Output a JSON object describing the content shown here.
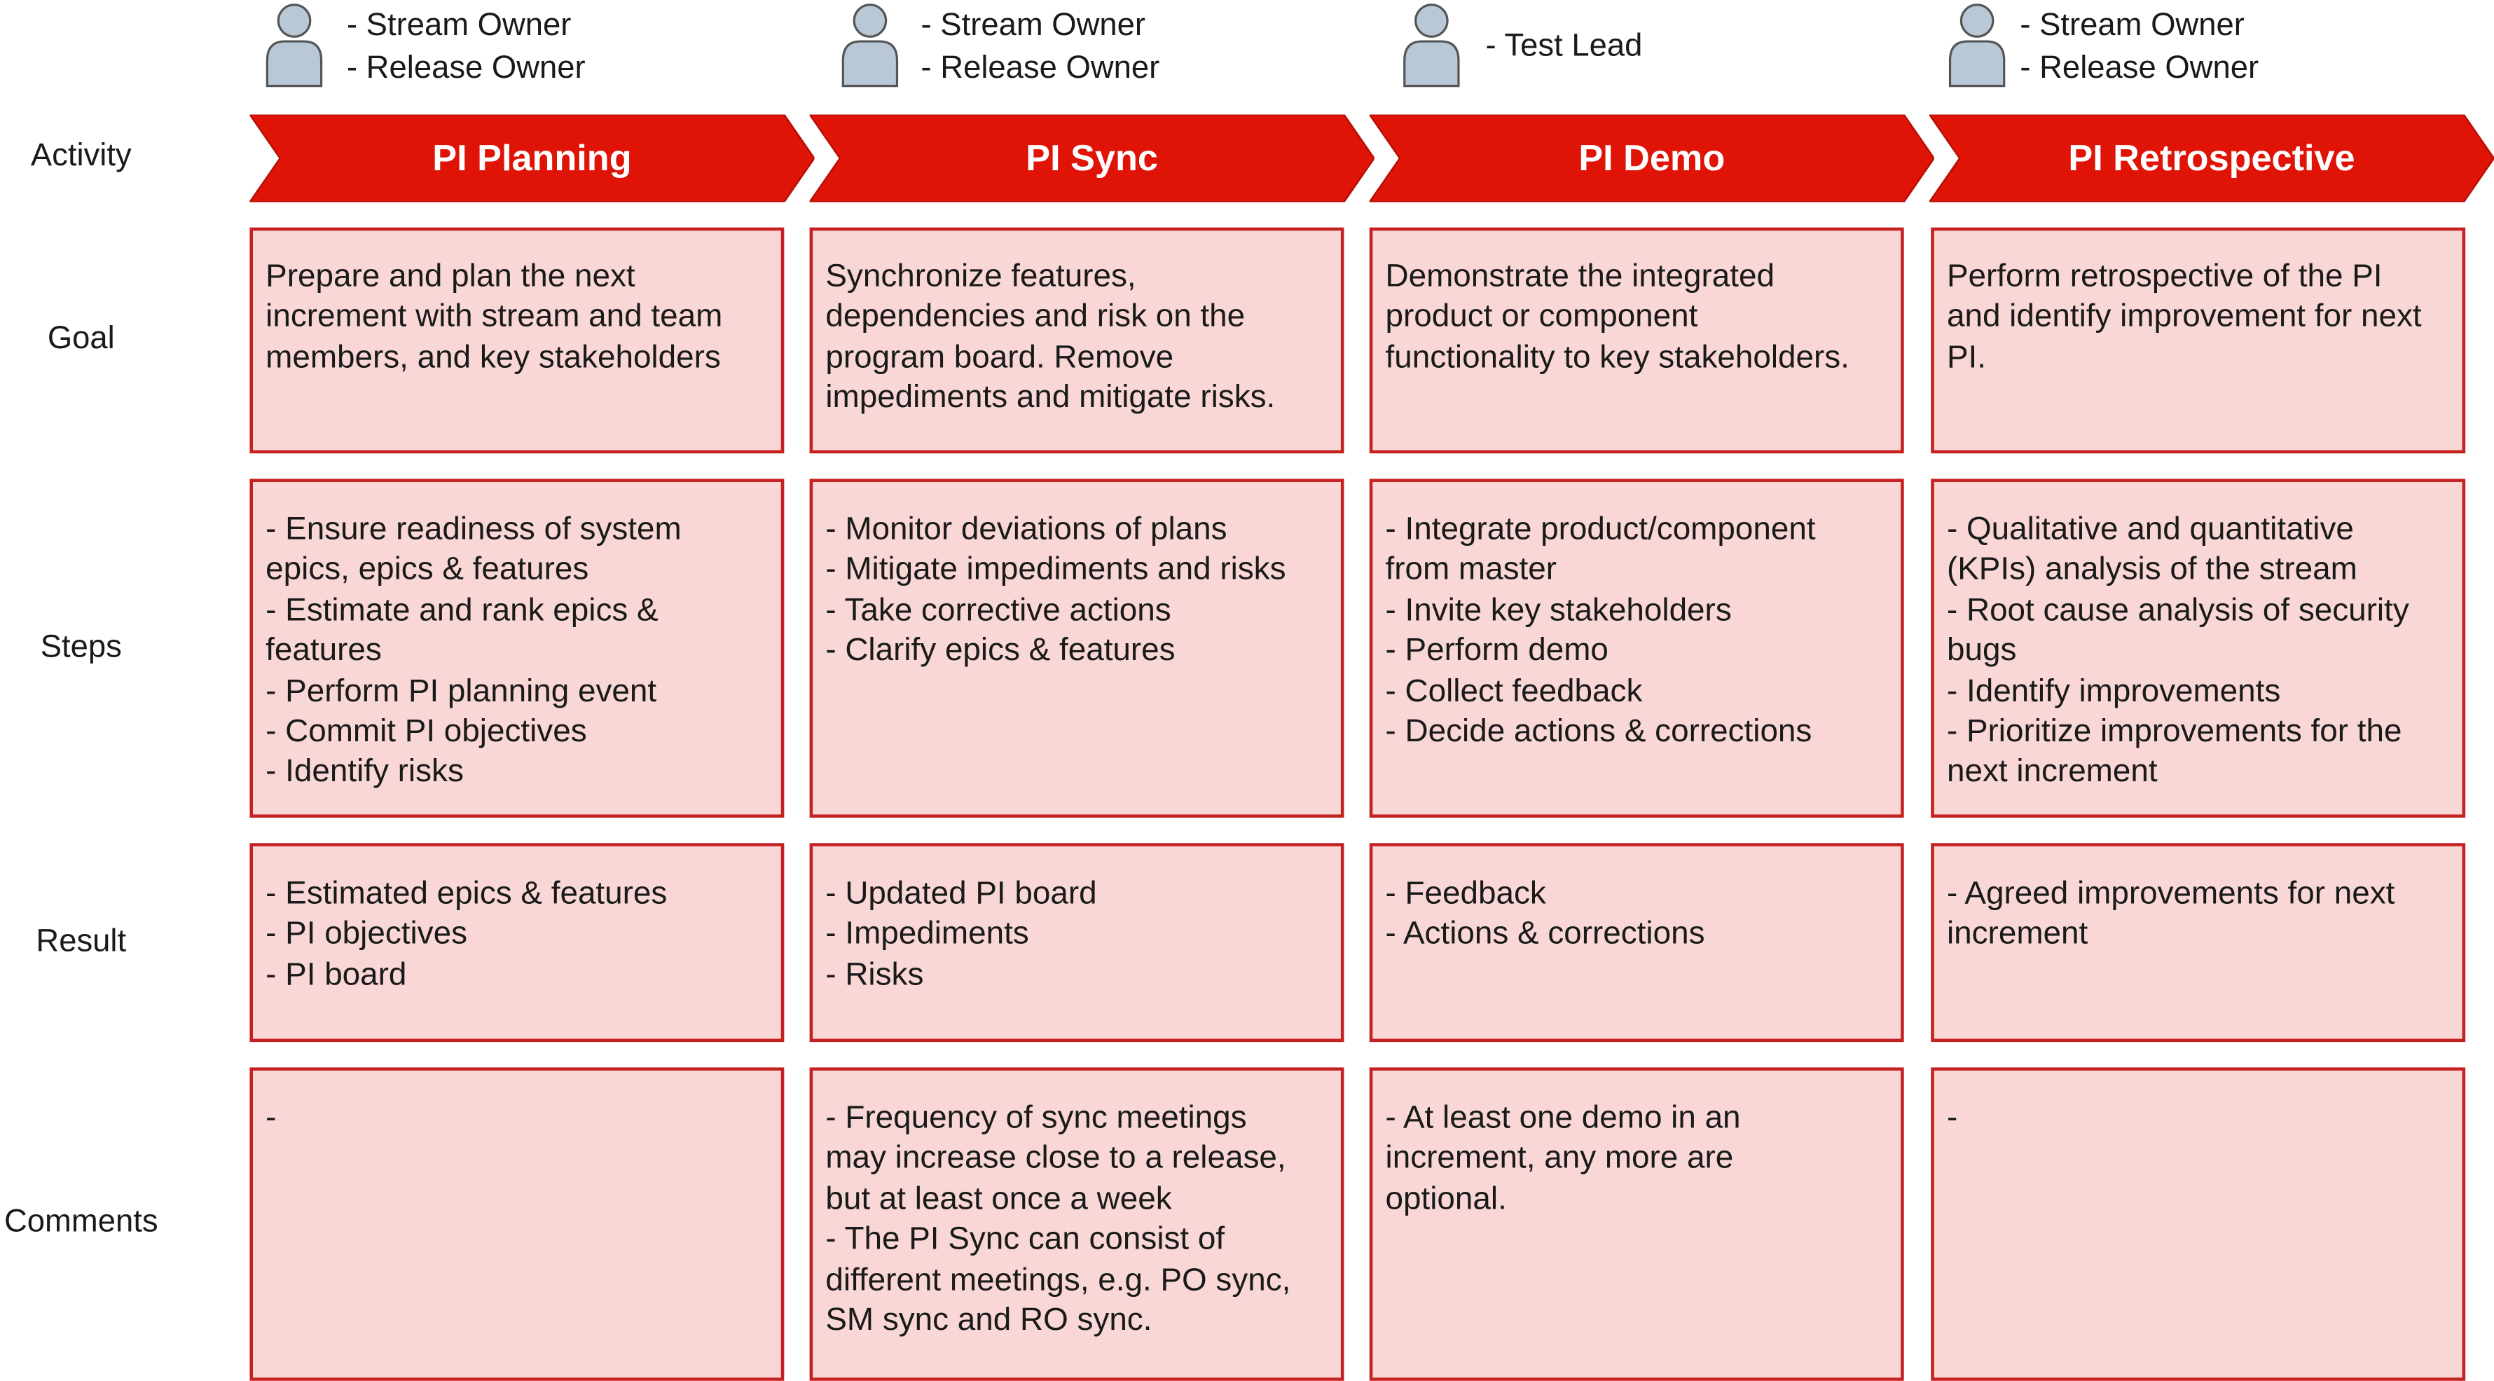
{
  "colors": {
    "arrow": "#e01307",
    "arrow_text": "#ffffff",
    "box_fill": "#f8d7d6",
    "box_border": "#c62121",
    "person_icon": "#b8c8d6"
  },
  "icons": {
    "role_icon": "person-icon"
  },
  "row_labels": {
    "activity": "Activity",
    "goal": "Goal",
    "steps": "Steps",
    "result": "Result",
    "comments": "Comments"
  },
  "columns": [
    {
      "roles": [
        "- Stream Owner",
        "- Release Owner"
      ],
      "activity": "PI Planning",
      "goal": [
        "Prepare and plan the next",
        "increment with stream and team",
        "members, and key stakeholders"
      ],
      "steps": [
        [
          "Ensure readiness of system",
          "epics, epics & features"
        ],
        [
          "Estimate and rank epics &",
          "features"
        ],
        [
          "Perform PI planning event"
        ],
        [
          "Commit PI objectives"
        ],
        [
          "Identify risks"
        ]
      ],
      "result": [
        [
          "Estimated epics & features"
        ],
        [
          "PI objectives"
        ],
        [
          "PI board"
        ]
      ],
      "comments": "-"
    },
    {
      "roles": [
        "- Stream Owner",
        "- Release Owner"
      ],
      "activity": "PI Sync",
      "goal": [
        "Synchronize features,",
        "dependencies and risk on the",
        "program board. Remove",
        "impediments and mitigate risks."
      ],
      "steps": [
        [
          "Monitor deviations of plans"
        ],
        [
          "Mitigate impediments and risks"
        ],
        [
          "Take corrective actions"
        ],
        [
          "Clarify epics & features"
        ]
      ],
      "result": [
        [
          "Updated PI board"
        ],
        [
          "Impediments"
        ],
        [
          "Risks"
        ]
      ],
      "comments": [
        [
          "Frequency of sync meetings",
          "may increase close to a release,",
          "but at least once a week"
        ],
        [
          "The PI Sync can consist of",
          "different meetings, e.g. PO sync,",
          "SM sync and RO sync."
        ]
      ]
    },
    {
      "roles": [
        "- Test Lead"
      ],
      "activity": "PI Demo",
      "goal": [
        "Demonstrate the integrated",
        "product or component",
        "functionality to key stakeholders."
      ],
      "steps": [
        [
          "Integrate product/component",
          "from master"
        ],
        [
          "Invite key stakeholders"
        ],
        [
          "Perform demo"
        ],
        [
          "Collect feedback"
        ],
        [
          "Decide actions & corrections"
        ]
      ],
      "result": [
        [
          "Feedback"
        ],
        [
          "Actions & corrections"
        ]
      ],
      "comments": [
        [
          "At least one demo in an",
          "increment, any more are",
          "optional."
        ]
      ]
    },
    {
      "roles": [
        "- Stream Owner",
        "- Release Owner"
      ],
      "activity": "PI Retrospective",
      "goal": [
        "Perform retrospective of the PI",
        "and identify improvement for next",
        "PI."
      ],
      "steps": [
        [
          "Qualitative and quantitative",
          "(KPIs) analysis of the stream"
        ],
        [
          "Root cause analysis of security",
          "bugs"
        ],
        [
          "Identify improvements"
        ],
        [
          "Prioritize improvements for the",
          "next increment"
        ]
      ],
      "result": [
        [
          "Agreed improvements for next",
          "increment"
        ]
      ],
      "comments": "-"
    }
  ]
}
